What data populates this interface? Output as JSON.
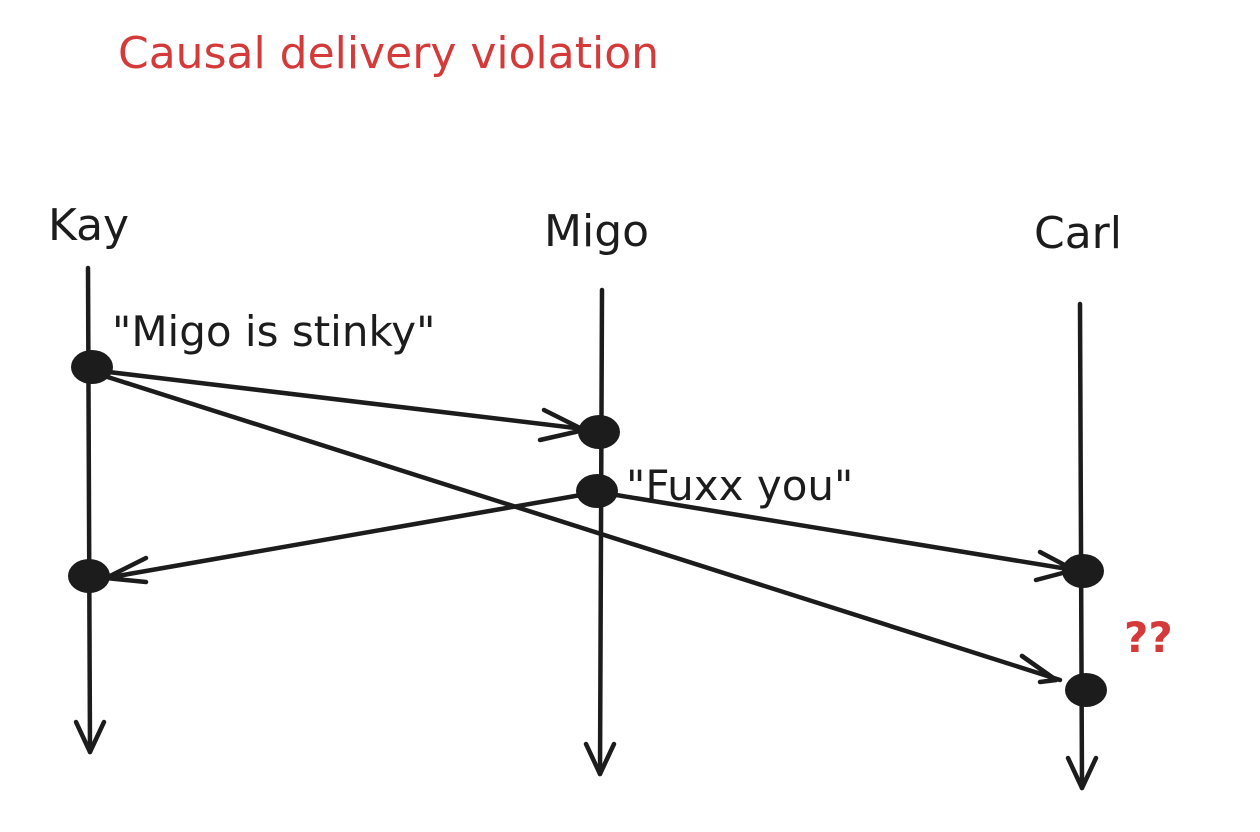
{
  "title": "Causal delivery violation",
  "processes": {
    "kay": "Kay",
    "migo": "Migo",
    "carl": "Carl"
  },
  "messages": {
    "m1": "\"Migo is stinky\"",
    "m2": "\"Fuxx you\""
  },
  "annotation": "??",
  "colors": {
    "accent": "#d43a3a",
    "ink": "#1c1c1c"
  }
}
